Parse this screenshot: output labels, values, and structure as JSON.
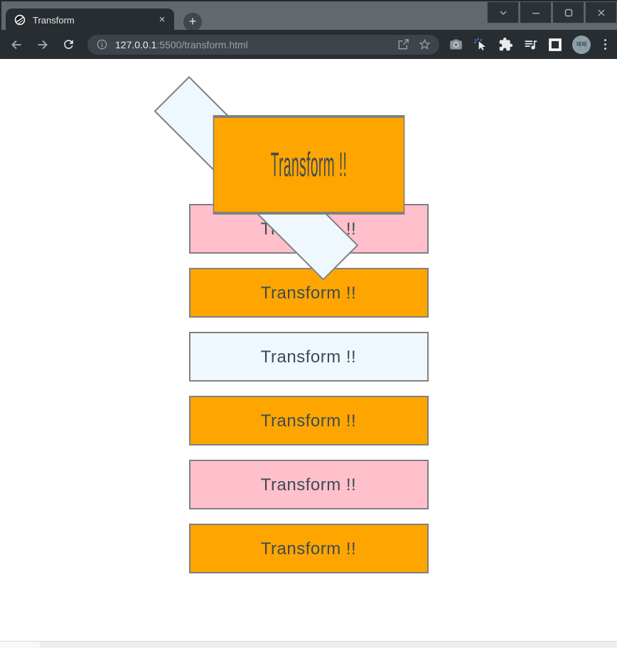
{
  "browser": {
    "tab": {
      "title": "Transform",
      "close_glyph": "×"
    },
    "newtab_glyph": "+",
    "url": {
      "host": "127.0.0.1",
      "rest": ":5500/transform.html"
    },
    "avatar_label": "페페"
  },
  "window_controls": {
    "menu": "chevron-down",
    "minimize": "minimize",
    "maximize": "maximize",
    "close": "close"
  },
  "page": {
    "boxes": [
      {
        "label": "Transform !!",
        "variant": "aliceblue rotate"
      },
      {
        "label": "Transform !!",
        "variant": "orange scale"
      },
      {
        "label": "Transform !!",
        "variant": "pink"
      },
      {
        "label": "Transform !!",
        "variant": "orange"
      },
      {
        "label": "Transform !!",
        "variant": "aliceblue"
      },
      {
        "label": "Transform !!",
        "variant": "orange"
      },
      {
        "label": "Transform !!",
        "variant": "pink"
      },
      {
        "label": "Transform !!",
        "variant": "orange"
      }
    ],
    "colors": {
      "orange": "#FFA500",
      "pink": "#FFC0CB",
      "aliceblue": "#F0F8FF",
      "box_border": "#808080",
      "box_text": "#3D4B54"
    }
  }
}
